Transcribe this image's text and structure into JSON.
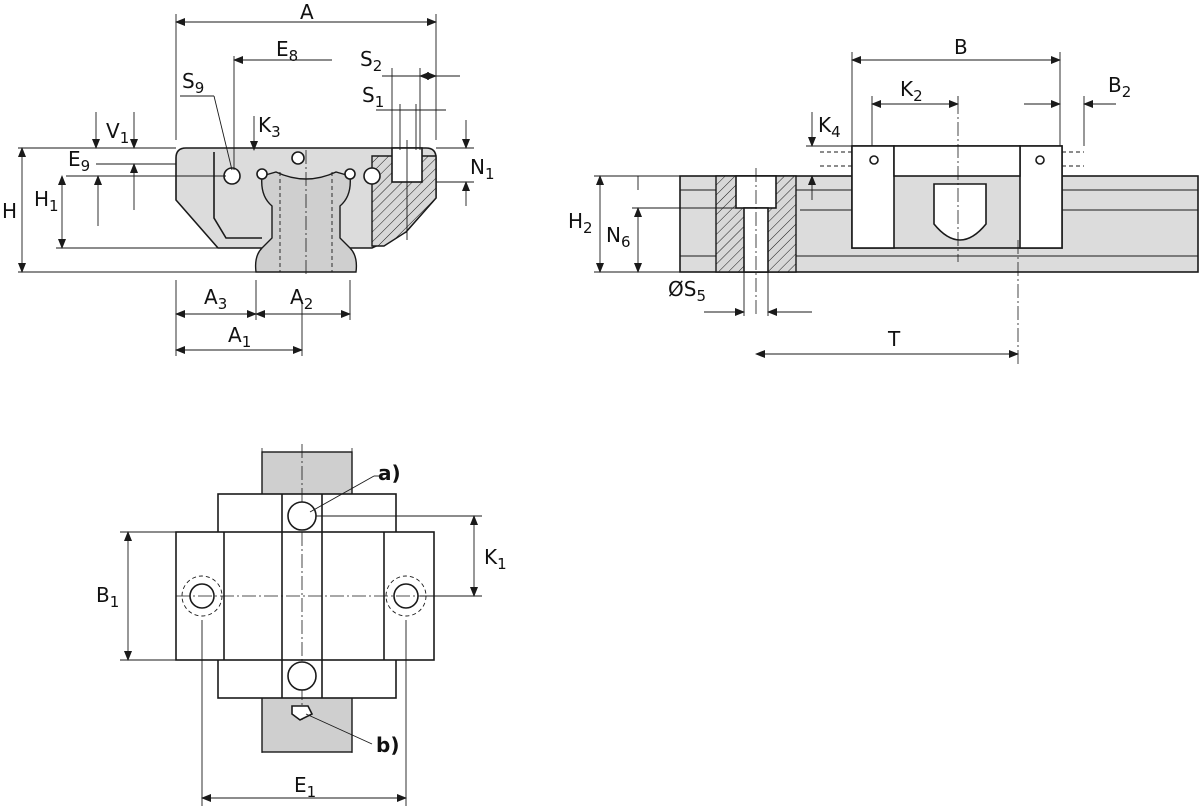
{
  "labels": {
    "A": "A",
    "E8": {
      "main": "E",
      "sub": "8"
    },
    "S2": {
      "main": "S",
      "sub": "2"
    },
    "S1": {
      "main": "S",
      "sub": "1"
    },
    "S9": {
      "main": "S",
      "sub": "9"
    },
    "V1": {
      "main": "V",
      "sub": "1"
    },
    "K3": {
      "main": "K",
      "sub": "3"
    },
    "E9": {
      "main": "E",
      "sub": "9"
    },
    "H": "H",
    "H1": {
      "main": "H",
      "sub": "1"
    },
    "N1": {
      "main": "N",
      "sub": "1"
    },
    "A3": {
      "main": "A",
      "sub": "3"
    },
    "A2": {
      "main": "A",
      "sub": "2"
    },
    "A1": {
      "main": "A",
      "sub": "1"
    },
    "B": "B",
    "K2": {
      "main": "K",
      "sub": "2"
    },
    "B2": {
      "main": "B",
      "sub": "2"
    },
    "K4": {
      "main": "K",
      "sub": "4"
    },
    "H2": {
      "main": "H",
      "sub": "2"
    },
    "N6": {
      "main": "N",
      "sub": "6"
    },
    "S5": {
      "main": "ØS",
      "sub": "5"
    },
    "T": "T",
    "K1": {
      "main": "K",
      "sub": "1"
    },
    "B1": {
      "main": "B",
      "sub": "1"
    },
    "E1": {
      "main": "E",
      "sub": "1"
    },
    "note_a": "a)",
    "note_b": "b)"
  }
}
